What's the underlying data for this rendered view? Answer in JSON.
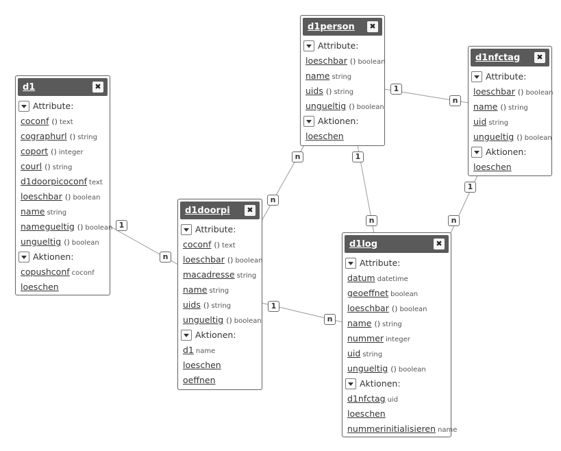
{
  "sections": {
    "attributes": "Attribute:",
    "actions": "Aktionen:"
  },
  "close_glyph": "✖",
  "entities": {
    "d1": {
      "title": "d1",
      "attributes": [
        {
          "name": "coconf",
          "params": "()",
          "type": "text"
        },
        {
          "name": "cographurl",
          "params": "()",
          "type": "string"
        },
        {
          "name": "coport",
          "params": "()",
          "type": "integer"
        },
        {
          "name": "courl",
          "params": "()",
          "type": "string"
        },
        {
          "name": "d1doorpicoconf",
          "params": "",
          "type": "text"
        },
        {
          "name": "loeschbar",
          "params": "()",
          "type": "boolean"
        },
        {
          "name": "name",
          "params": "",
          "type": "string"
        },
        {
          "name": "namegueltig",
          "params": "()",
          "type": "boolean"
        },
        {
          "name": "ungueltig",
          "params": "()",
          "type": "boolean"
        }
      ],
      "actions": [
        {
          "name": "copushconf",
          "type": "coconf"
        },
        {
          "name": "loeschen",
          "type": ""
        }
      ]
    },
    "d1person": {
      "title": "d1person",
      "attributes": [
        {
          "name": "loeschbar",
          "params": "()",
          "type": "boolean"
        },
        {
          "name": "name",
          "params": "",
          "type": "string"
        },
        {
          "name": "uids",
          "params": "()",
          "type": "string"
        },
        {
          "name": "ungueltig",
          "params": "()",
          "type": "boolean"
        }
      ],
      "actions": [
        {
          "name": "loeschen",
          "type": ""
        }
      ]
    },
    "d1nfctag": {
      "title": "d1nfctag",
      "attributes": [
        {
          "name": "loeschbar",
          "params": "()",
          "type": "boolean"
        },
        {
          "name": "name",
          "params": "()",
          "type": "string"
        },
        {
          "name": "uid",
          "params": "",
          "type": "string"
        },
        {
          "name": "ungueltig",
          "params": "()",
          "type": "boolean"
        }
      ],
      "actions": [
        {
          "name": "loeschen",
          "type": ""
        }
      ]
    },
    "d1doorpi": {
      "title": "d1doorpi",
      "attributes": [
        {
          "name": "coconf",
          "params": "()",
          "type": "text"
        },
        {
          "name": "loeschbar",
          "params": "()",
          "type": "boolean"
        },
        {
          "name": "macadresse",
          "params": "",
          "type": "string"
        },
        {
          "name": "name",
          "params": "",
          "type": "string"
        },
        {
          "name": "uids",
          "params": "()",
          "type": "string"
        },
        {
          "name": "ungueltig",
          "params": "()",
          "type": "boolean"
        }
      ],
      "actions": [
        {
          "name": "d1",
          "type": "name"
        },
        {
          "name": "loeschen",
          "type": ""
        },
        {
          "name": "oeffnen",
          "type": ""
        }
      ]
    },
    "d1log": {
      "title": "d1log",
      "attributes": [
        {
          "name": "datum",
          "params": "",
          "type": "datetime"
        },
        {
          "name": "geoeffnet",
          "params": "",
          "type": "boolean"
        },
        {
          "name": "loeschbar",
          "params": "()",
          "type": "boolean"
        },
        {
          "name": "name",
          "params": "()",
          "type": "string"
        },
        {
          "name": "nummer",
          "params": "",
          "type": "integer"
        },
        {
          "name": "uid",
          "params": "",
          "type": "string"
        },
        {
          "name": "ungueltig",
          "params": "()",
          "type": "boolean"
        }
      ],
      "actions": [
        {
          "name": "d1nfctag",
          "type": "uid"
        },
        {
          "name": "loeschen",
          "type": ""
        },
        {
          "name": "nummerinitialisieren",
          "type": "name"
        }
      ]
    }
  },
  "links": [
    {
      "from": "d1",
      "to": "d1doorpi",
      "from_card": "1",
      "to_card": "n"
    },
    {
      "from": "d1person",
      "to": "d1nfctag",
      "from_card": "1",
      "to_card": "n"
    },
    {
      "from": "d1person",
      "to": "d1doorpi",
      "from_card": "n",
      "to_card": "n"
    },
    {
      "from": "d1person",
      "to": "d1log",
      "from_card": "1",
      "to_card": "n"
    },
    {
      "from": "d1nfctag",
      "to": "d1log",
      "from_card": "1",
      "to_card": "n"
    },
    {
      "from": "d1doorpi",
      "to": "d1log",
      "from_card": "1",
      "to_card": "n"
    }
  ]
}
